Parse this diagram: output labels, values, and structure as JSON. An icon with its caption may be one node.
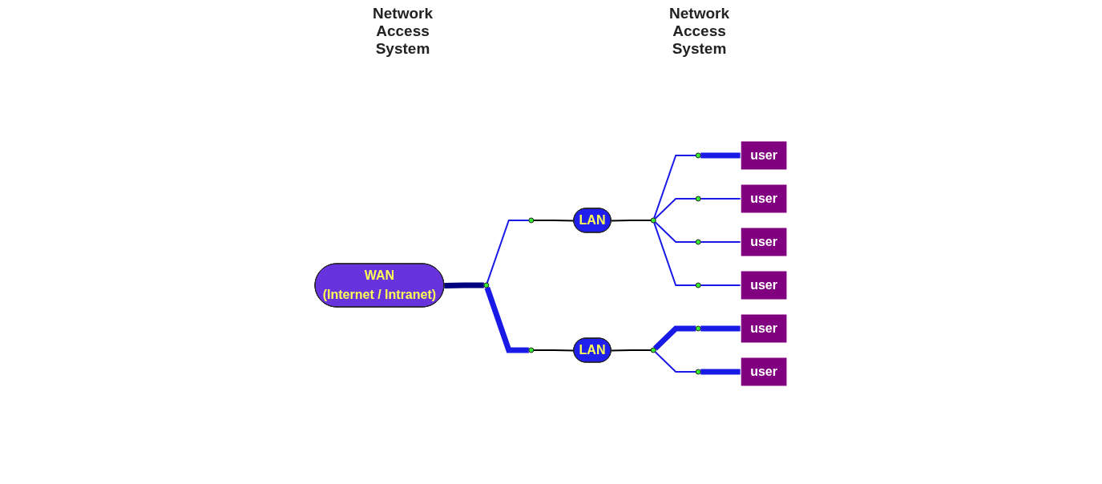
{
  "diagram": {
    "nodes": [
      {
        "text": [
          "WAN",
          "(Internet / Intranet)"
        ]
      },
      {
        "text": [],
        "shape": "circle"
      },
      {
        "text": [],
        "shape": "circle"
      },
      {
        "text": [
          "LAN"
        ]
      },
      {
        "text": [],
        "shape": "circle"
      },
      {
        "text": [],
        "shape": "circle"
      },
      {
        "text": [
          "user"
        ]
      },
      {
        "text": [],
        "shape": "circle"
      },
      {
        "text": [
          "user"
        ]
      },
      {
        "text": [],
        "shape": "circle"
      },
      {
        "text": [
          "user"
        ]
      },
      {
        "text": [],
        "shape": "circle"
      },
      {
        "text": [
          "user"
        ]
      },
      {
        "text": [],
        "shape": "circle"
      },
      {
        "text": [
          "LAN"
        ]
      },
      {
        "text": [],
        "shape": "circle"
      },
      {
        "text": [],
        "shape": "circle"
      },
      {
        "text": [
          "user"
        ]
      },
      {
        "text": [],
        "shape": "circle"
      },
      {
        "text": [
          "user"
        ]
      }
    ],
    "edges": [
      {
        "from": 0,
        "to": 1,
        "arrow": "none",
        "style": "thick",
        "color": "#000080"
      },
      {
        "from": 1,
        "to": 2,
        "arrow": "none"
      },
      {
        "from": 2,
        "to": 3,
        "arrow": "none",
        "color": "#000000"
      },
      {
        "from": 3,
        "to": 4,
        "arrow": "none",
        "color": "#000000"
      },
      {
        "from": 4,
        "to": 5,
        "arrow": "none"
      },
      {
        "from": 5,
        "to": 6,
        "arrow": "none",
        "style": "thick"
      },
      {
        "from": 4,
        "to": 7,
        "arrow": "none"
      },
      {
        "from": 7,
        "to": 8,
        "arrow": "none"
      },
      {
        "from": 4,
        "to": 9,
        "arrow": "none"
      },
      {
        "from": 9,
        "to": 10,
        "arrow": "none"
      },
      {
        "from": 4,
        "to": 11,
        "arrow": "none"
      },
      {
        "from": 11,
        "to": 12,
        "arrow": "none"
      },
      {
        "from": 1,
        "to": 13,
        "arrow": "none",
        "style": "thick"
      },
      {
        "from": 13,
        "to": 14,
        "arrow": "none",
        "color": "#000000"
      },
      {
        "from": 14,
        "to": 15,
        "arrow": "none",
        "color": "#000000"
      },
      {
        "from": 15,
        "to": 16,
        "arrow": "none",
        "style": "thick"
      },
      {
        "from": 16,
        "to": 17,
        "arrow": "none",
        "style": "thick"
      },
      {
        "from": 15,
        "to": 18,
        "arrow": "none"
      },
      {
        "from": 18,
        "to": 19,
        "arrow": "none",
        "style": "thick"
      }
    ],
    "labels": [
      "Network Access System",
      "Network Access System"
    ]
  }
}
